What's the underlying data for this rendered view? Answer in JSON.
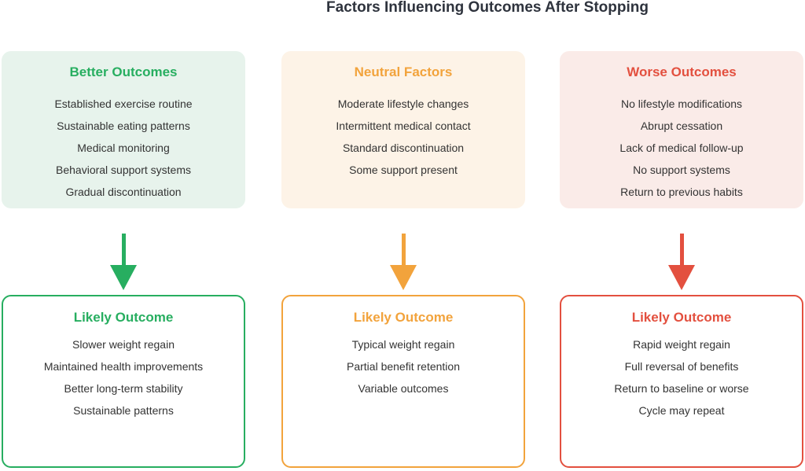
{
  "title": "Factors Influencing Outcomes After Stopping",
  "palette": {
    "better_accent": "#27ae60",
    "better_bg": "#e7f3ec",
    "neutral_accent": "#f2a33c",
    "neutral_bg": "#fdf3e7",
    "worse_accent": "#e3503f",
    "worse_bg": "#faebe8",
    "body_text": "#333333",
    "title_text": "#2e333d",
    "canvas_bg": "#ffffff"
  },
  "columns": [
    {
      "id": "better",
      "factor_title": "Better Outcomes",
      "factors": [
        "Established exercise routine",
        "Sustainable eating patterns",
        "Medical monitoring",
        "Behavioral support systems",
        "Gradual discontinuation"
      ],
      "arrow_icon": "down-arrow",
      "outcome_title": "Likely Outcome",
      "outcomes": [
        "Slower weight regain",
        "Maintained health improvements",
        "Better long-term stability",
        "Sustainable patterns"
      ]
    },
    {
      "id": "neutral",
      "factor_title": "Neutral Factors",
      "factors": [
        "Moderate lifestyle changes",
        "Intermittent medical contact",
        "Standard discontinuation",
        "Some support present"
      ],
      "arrow_icon": "down-arrow",
      "outcome_title": "Likely Outcome",
      "outcomes": [
        "Typical weight regain",
        "Partial benefit retention",
        "Variable outcomes"
      ]
    },
    {
      "id": "worse",
      "factor_title": "Worse Outcomes",
      "factors": [
        "No lifestyle modifications",
        "Abrupt cessation",
        "Lack of medical follow-up",
        "No support systems",
        "Return to previous habits"
      ],
      "arrow_icon": "down-arrow",
      "outcome_title": "Likely Outcome",
      "outcomes": [
        "Rapid weight regain",
        "Full reversal of benefits",
        "Return to baseline or worse",
        "Cycle may repeat"
      ]
    }
  ]
}
